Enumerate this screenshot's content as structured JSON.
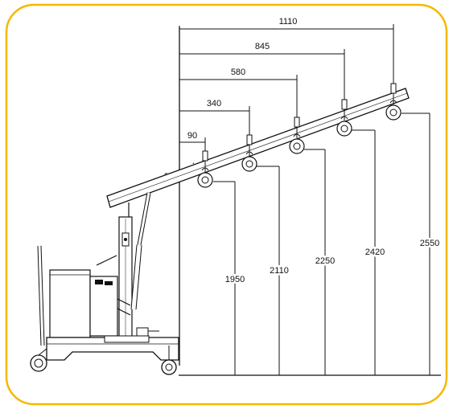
{
  "frame": {
    "border_color": "#f5b800"
  },
  "horizontal_dimensions": [
    "90",
    "340",
    "580",
    "845",
    "1110"
  ],
  "vertical_dimensions": [
    "1950",
    "2110",
    "2250",
    "2420",
    "2550"
  ]
}
